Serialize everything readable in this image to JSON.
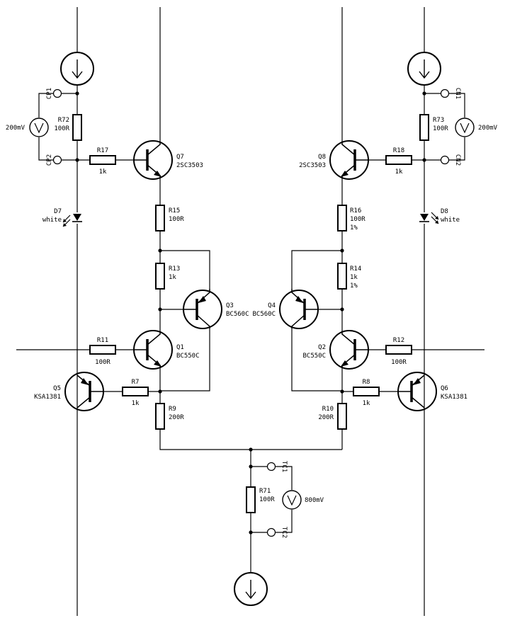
{
  "transistors": {
    "q1": {
      "ref": "Q1",
      "value": "BC550C"
    },
    "q2": {
      "ref": "Q2",
      "value": "BC550C"
    },
    "q3": {
      "ref": "Q3",
      "value": "BC560C"
    },
    "q4": {
      "ref": "Q4",
      "value": "BC560C"
    },
    "q5": {
      "ref": "Q5",
      "value": "KSA1381"
    },
    "q6": {
      "ref": "Q6",
      "value": "KSA1381"
    },
    "q7": {
      "ref": "Q7",
      "value": "2SC3503"
    },
    "q8": {
      "ref": "Q8",
      "value": "2SC3503"
    }
  },
  "resistors": {
    "r7": {
      "ref": "R7",
      "value": "1k"
    },
    "r8": {
      "ref": "R8",
      "value": "1k"
    },
    "r9": {
      "ref": "R9",
      "value": "200R"
    },
    "r10": {
      "ref": "R10",
      "value": "200R"
    },
    "r11": {
      "ref": "R11",
      "value": "100R"
    },
    "r12": {
      "ref": "R12",
      "value": "100R"
    },
    "r13": {
      "ref": "R13",
      "value": "1k"
    },
    "r14": {
      "ref": "R14",
      "value": "1k",
      "tol": "1%"
    },
    "r15": {
      "ref": "R15",
      "value": "100R"
    },
    "r16": {
      "ref": "R16",
      "value": "100R",
      "tol": "1%"
    },
    "r17": {
      "ref": "R17",
      "value": "1k"
    },
    "r18": {
      "ref": "R18",
      "value": "1k"
    },
    "r71": {
      "ref": "R71",
      "value": "100R"
    },
    "r72": {
      "ref": "R72",
      "value": "100R"
    },
    "r73": {
      "ref": "R73",
      "value": "100R"
    }
  },
  "diodes": {
    "d7": {
      "ref": "D7",
      "value": "white"
    },
    "d8": {
      "ref": "D8",
      "value": "white"
    }
  },
  "testpoints": {
    "cp1": "CP1",
    "cp2": "CP2",
    "cn1": "CN1",
    "cn2": "CN2",
    "tc1": "TC1",
    "tc2": "TC2"
  },
  "meters": {
    "left": "200mV",
    "right": "200mV",
    "center": "800mV"
  }
}
